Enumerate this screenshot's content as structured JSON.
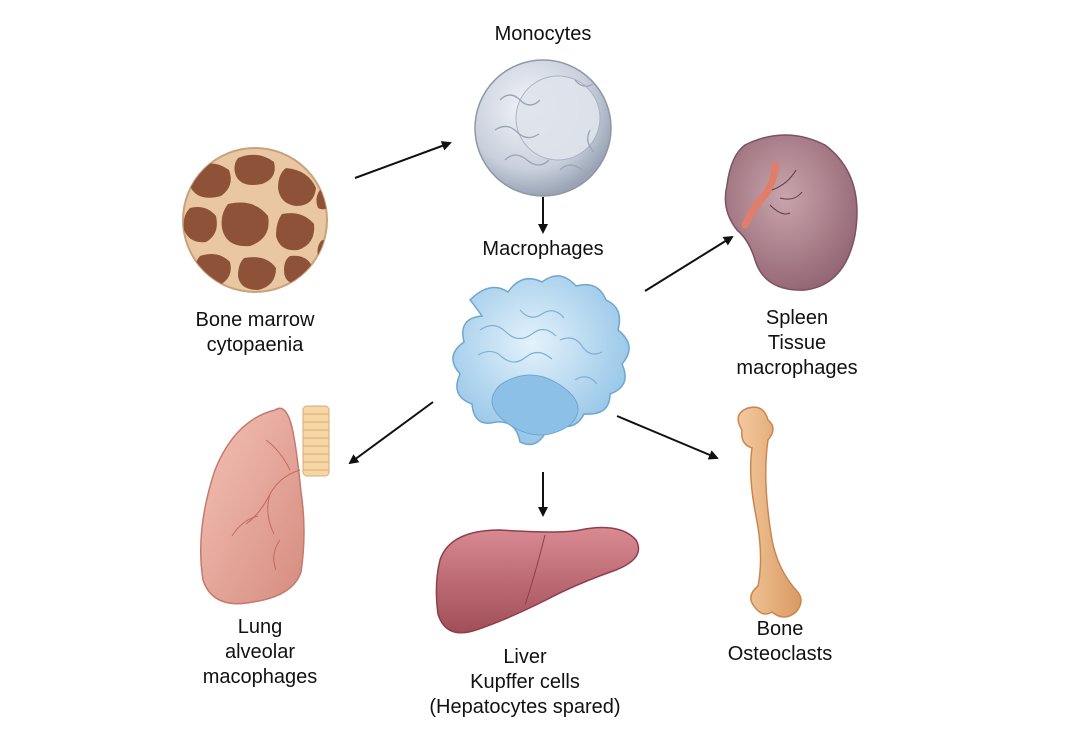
{
  "nodes": {
    "monocytes": {
      "lines": [
        "Monocytes"
      ]
    },
    "macrophages": {
      "lines": [
        "Macrophages"
      ]
    },
    "bone_marrow": {
      "lines": [
        "Bone marrow",
        "cytopaenia"
      ]
    },
    "spleen": {
      "lines": [
        "Spleen",
        "Tissue",
        "macrophages"
      ]
    },
    "lung": {
      "lines": [
        "Lung",
        "alveolar",
        "macophages"
      ]
    },
    "liver": {
      "lines": [
        "Liver",
        "Kupffer cells",
        "(Hepatocytes spared)"
      ]
    },
    "bone": {
      "lines": [
        "Bone",
        "Osteoclasts"
      ]
    }
  },
  "icons": {
    "bone_marrow": "bone-marrow-icon",
    "monocyte": "monocyte-cell-icon",
    "macrophage": "macrophage-cell-icon",
    "spleen": "spleen-icon",
    "lung": "lung-icon",
    "liver": "liver-icon",
    "bone": "bone-icon"
  },
  "colors": {
    "arrow": "#111111",
    "marrow_fill": "#e9c7a2",
    "marrow_hole": "#8e5238",
    "monocyte": "#c9d0dc",
    "macrophage": "#a9d2ee",
    "spleen": "#a77a86",
    "lung": "#e8a89a",
    "liver": "#b9646e",
    "bone": "#e9b07c"
  }
}
